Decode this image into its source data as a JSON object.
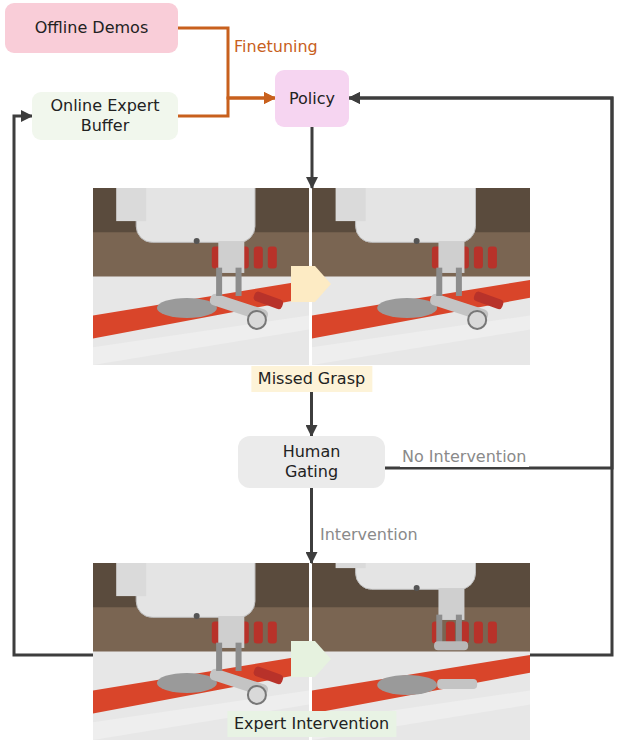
{
  "diagram": {
    "nodes": [
      {
        "text": [
          "Offline Demos"
        ]
      },
      {
        "text": [
          "Online Expert Buffer"
        ]
      },
      {
        "text": [
          "Policy"
        ]
      },
      {
        "text": [
          "Missed Grasp"
        ]
      },
      {
        "text": [
          "Human Gating"
        ]
      },
      {
        "text": [
          "Expert Intervention"
        ]
      }
    ],
    "edges": [
      {
        "from": 0,
        "to": 2,
        "arrow": "to",
        "label": "Finetuning"
      },
      {
        "from": 1,
        "to": 2,
        "arrow": "to"
      },
      {
        "from": 2,
        "to": 3,
        "arrow": "to"
      },
      {
        "from": 3,
        "to": 4,
        "arrow": "to"
      },
      {
        "from": 4,
        "to": 2,
        "arrow": "to",
        "label": "No Intervention"
      },
      {
        "from": 4,
        "to": 5,
        "arrow": "to",
        "label": "Intervention"
      },
      {
        "from": 5,
        "to": 1,
        "arrow": "to"
      },
      {
        "from": 5,
        "to": 2,
        "arrow": "to"
      }
    ]
  }
}
